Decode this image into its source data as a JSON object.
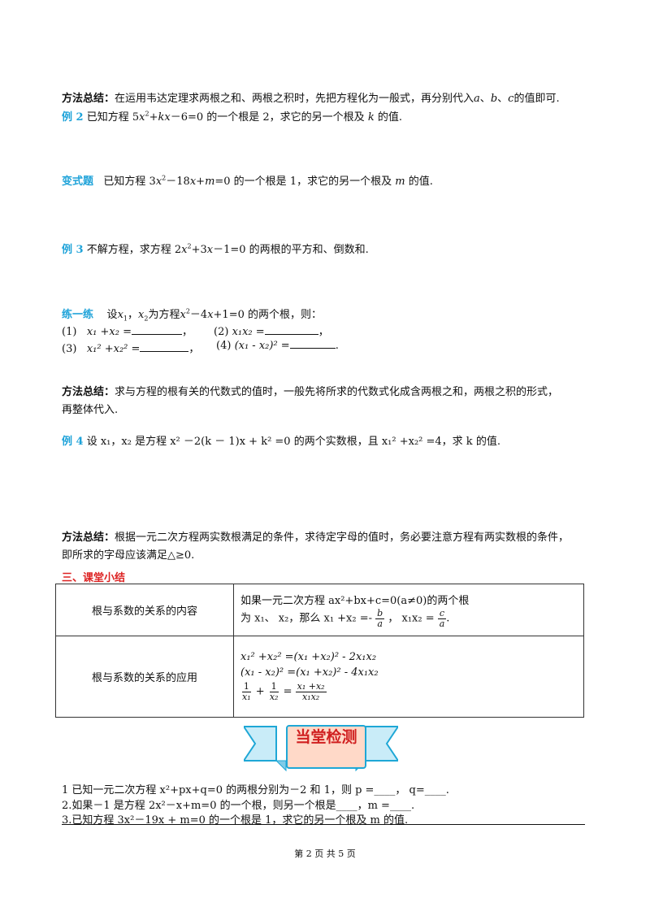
{
  "method1": {
    "label": "方法总结：",
    "text": "在运用韦达定理求两根之和、两根之积时，先把方程化为一般式，再分别代入"
  },
  "method1_vars": {
    "a": "a",
    "sep1": "、",
    "b": "b",
    "sep2": "、",
    "c": "c",
    "tail": "的值即可."
  },
  "ex2": {
    "label": "例 2",
    "pre": "已知方程 5",
    "x": "x",
    "sq": "2",
    "mid": "+",
    "k": "k",
    "x2": "x",
    "tail": "－6=0 的一个根是 2，求它的另一个根及",
    "k2": "k",
    "end": "的值."
  },
  "variant": {
    "label": "变式题",
    "pre": "已知方程 3",
    "x": "x",
    "sq": "2",
    "mid": "－18",
    "x2": "x",
    "plus": "+",
    "m": "m",
    "tail": "=0 的一个根是 1，求它的另一个根及",
    "m2": "m",
    "end": "的值."
  },
  "ex3": {
    "label": "例 3",
    "pre": "不解方程，求方程 2",
    "x": "x",
    "sq": "2",
    "mid": "+3",
    "x2": "x",
    "tail": "－1=0 的两根的平方和、倒数和."
  },
  "practice": {
    "label": "练一练",
    "intro_pre": "设",
    "x1": "x",
    "sub1": "1",
    "comma": "，",
    "x2": "x",
    "sub2": "2",
    "intro_mid": "为方程",
    "eqx": "x",
    "sq": "2",
    "eq_mid": "－4",
    "eqx2": "x",
    "eq_tail": "+1=0 的两个根，则：",
    "items": [
      {
        "num": "(1)",
        "expr": "x₁ +x₂ ="
      },
      {
        "num": "(2)",
        "expr": "x₁x₂ ="
      },
      {
        "num": "(3)",
        "expr": "x₁² +x₂² ="
      },
      {
        "num": "(4)",
        "expr": "(x₁ - x₂)² ="
      }
    ],
    "end_comma": "，",
    "end_period": "."
  },
  "method2": {
    "label": "方法总结：",
    "line1": "求与方程的根有关的代数式的值时，一般先将所求的代数式化成含两根之和，两根之积的形式，",
    "line2": "再整体代入."
  },
  "ex4": {
    "label": "例 4",
    "text": "设 x₁，x₂ 是方程 x² －2(k － 1)x + k² =0 的两个实数根，且 x₁² +x₂² =4，求 k 的值."
  },
  "method3": {
    "label": "方法总结：",
    "line1": "根据一元二次方程两实数根满足的条件，求待定字母的值时，务必要注意方程有两实数根的条件，",
    "line2": "即所求的字母应该满足△≥0."
  },
  "summary": {
    "heading": "三、课堂小结",
    "row1_label": "根与系数的关系的内容",
    "row1_line1": "如果一元二次方程 ax²+bx+c=0(a≠0)的两个根",
    "row1_pre": "为 x₁、 x₂，那么 x₁ +x₂ =-",
    "row1_b": "b",
    "row1_a": "a",
    "row1_mid": "，  x₁x₂ =",
    "row1_c": "c",
    "row1_a2": "a",
    "row1_end": ".",
    "row2_label": "根与系数的关系的应用",
    "row2_f1": "x₁² +x₂² =(x₁ +x₂)² - 2x₁x₂",
    "row2_f2": "(x₁ - x₂)² =(x₁ +x₂)² - 4x₁x₂",
    "row2_one1": "1",
    "row2_x1": "x₁",
    "row2_plus": "+",
    "row2_one2": "1",
    "row2_x2": "x₂",
    "row2_eq": "=",
    "row2_num": "x₁ +x₂",
    "row2_den": "x₁x₂"
  },
  "banner": {
    "title": "当堂检测"
  },
  "check": [
    "1 已知一元二次方程 x²+px+q=0 的两根分别为－2 和 1，则 p =____，  q=____.",
    "2.如果－1 是方程 2x²－x+m=0 的一个根，则另一个根是____，m =____.",
    "3.已知方程  3x²－19x + m=0 的一个根是 1，求它的另一个根及 m 的值."
  ],
  "footer": "第 2 页 共 5 页",
  "colors": {
    "accent_blue": "#1fa3d9",
    "accent_red": "#d22222",
    "banner_fill": "#ffd9c8",
    "ribbon_fill": "#c9ecf8"
  }
}
